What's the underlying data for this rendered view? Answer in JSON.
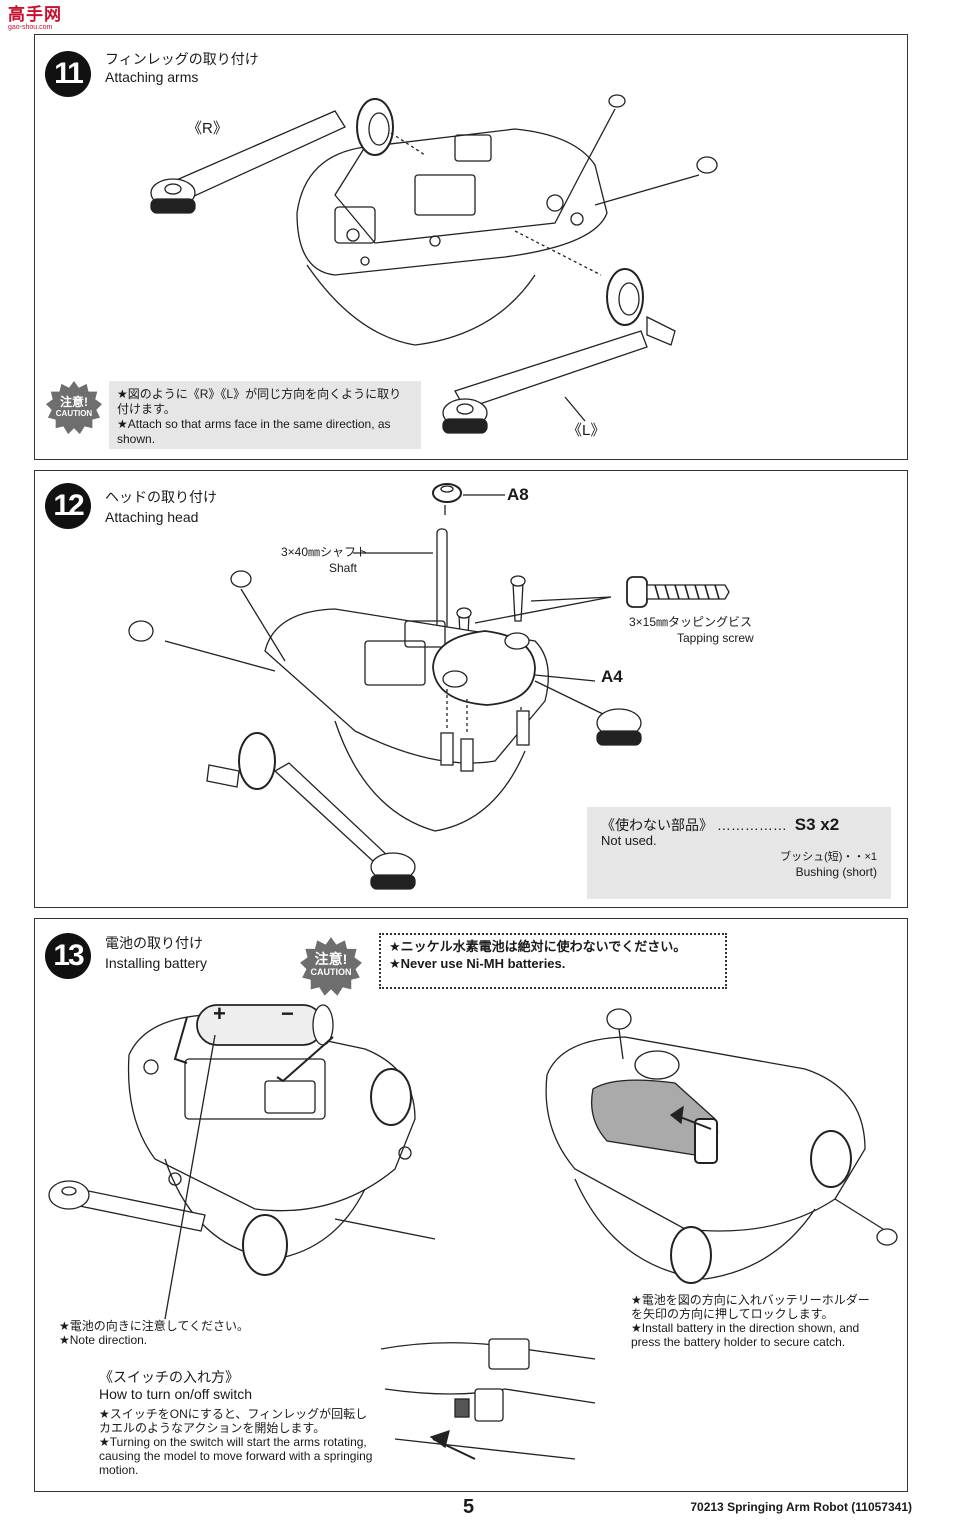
{
  "watermark": {
    "logo_text": "高手网",
    "url": "gao-shou.com"
  },
  "steps": [
    {
      "number": "11",
      "title_jp": "フィンレッグの取り付け",
      "title_en": "Attaching arms",
      "labels": {
        "right_arm": "《R》",
        "left_arm": "《L》"
      },
      "caution": {
        "badge_jp": "注意!",
        "badge_en": "CAUTION",
        "text_jp": "★図のように《R》《L》が同じ方向を向くように取り付けます。",
        "text_en": "★Attach so that arms face in the same direction, as shown."
      }
    },
    {
      "number": "12",
      "title_jp": "ヘッドの取り付け",
      "title_en": "Attaching head",
      "parts": {
        "a8": "A8",
        "a4": "A4",
        "shaft_jp": "3×40㎜シャフト",
        "shaft_en": "Shaft",
        "screw_jp": "3×15㎜タッピングビス",
        "screw_en": "Tapping screw"
      },
      "unused": {
        "title_jp": "《使わない部品》",
        "dots": "……………",
        "part_code": "S3 x2",
        "title_en": "Not used.",
        "part_jp": "ブッシュ(短)・・×1",
        "part_en": "Bushing  (short)"
      }
    },
    {
      "number": "13",
      "title_jp": "電池の取り付け",
      "title_en": "Installing battery",
      "caution": {
        "badge_jp": "注意!",
        "badge_en": "CAUTION",
        "text_jp": "★ニッケル水素電池は絶対に使わないでください。",
        "text_en": "★Never use Ni-MH batteries."
      },
      "battery_signs": {
        "plus": "+",
        "minus": "−"
      },
      "note_direction_jp": "★電池の向きに注意してください。",
      "note_direction_en": "★Note direction.",
      "install_note_jp": "★電池を図の方向に入れバッテリーホルダーを矢印の方向に押してロックします。",
      "install_note_en": "★Install battery in the direction shown, and press the battery holder to secure catch.",
      "switch": {
        "title_jp": "《スイッチの入れ方》",
        "title_en": "How to turn on/off switch",
        "text_jp": "★スイッチをONにすると、フィンレッグが回転しカエルのようなアクションを開始します。",
        "text_en": "★Turning on the switch will start the arms rotating, causing the model to move forward with a springing motion."
      }
    }
  ],
  "footer": {
    "page": "5",
    "code": "70213 Springing Arm Robot (11057341)"
  }
}
